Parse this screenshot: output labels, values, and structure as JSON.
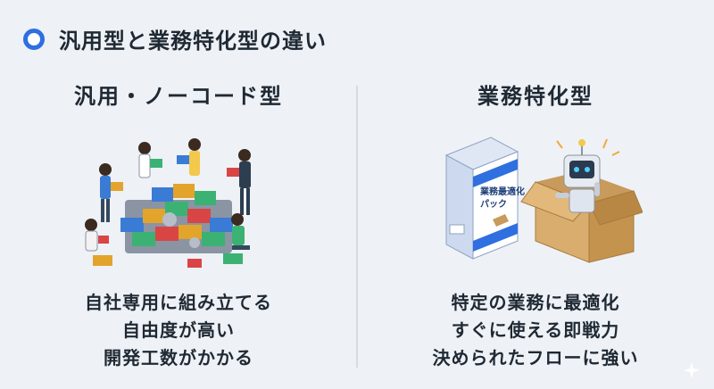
{
  "header": {
    "title": "汎用型と業務特化型の違い"
  },
  "left": {
    "title": "汎用・ノーコード型",
    "points": [
      "自社専用に組み立てる",
      "自由度が高い",
      "開発工数がかかる"
    ]
  },
  "right": {
    "title": "業務特化型",
    "box_label": "業務最適化\nパック",
    "points": [
      "特定の業務に最適化",
      "すぐに使える即戦力",
      "決められたフローに強い"
    ]
  },
  "colors": {
    "accent": "#2f6fe0",
    "background": "#eef1f6",
    "text": "#1f2933"
  }
}
